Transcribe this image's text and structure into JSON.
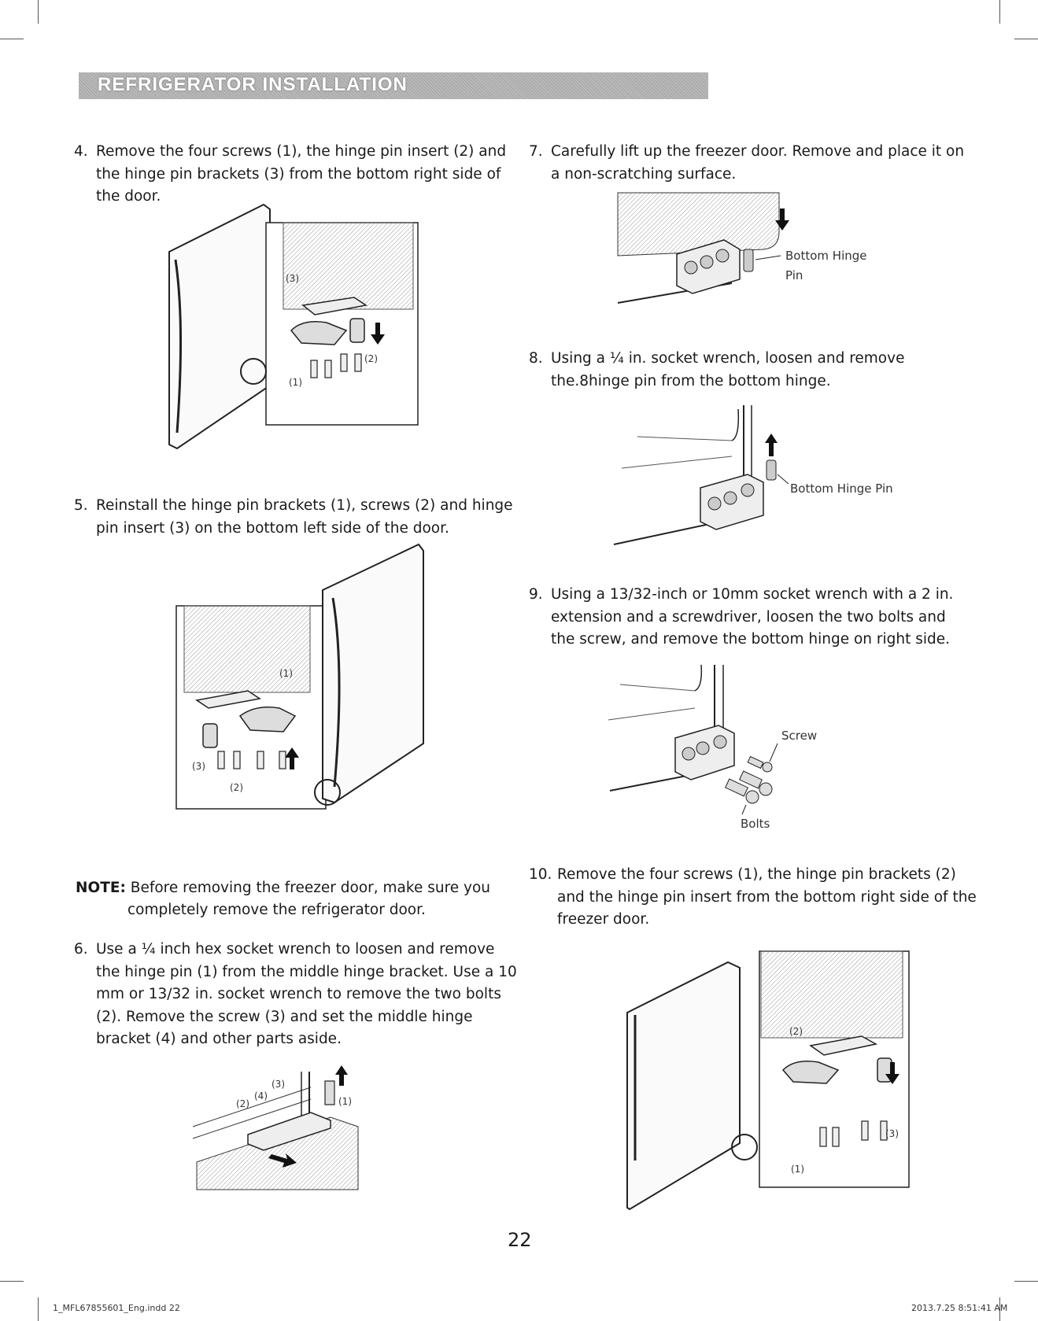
{
  "header": {
    "title": "REFRIGERATOR INSTALLATION"
  },
  "steps": [
    {
      "num": "4.",
      "text": "Remove the four screws (1), the hinge pin insert (2) and the hinge pin brackets (3) from the bottom right side of the door."
    },
    {
      "num": "5.",
      "text": "Reinstall the hinge pin brackets (1), screws (2) and hinge pin insert (3) on the bottom left side of the door."
    },
    {
      "num": "6.",
      "text": "Use a ¼ inch hex socket wrench to loosen and remove the hinge pin (1) from the middle hinge bracket. Use a 10 mm or 13/32 in. socket wrench to remove the two bolts (2). Remove the screw (3) and set the middle hinge bracket (4) and other parts aside."
    },
    {
      "num": "7.",
      "text": "Carefully lift up the freezer door. Remove and place it on a non-scratching surface."
    },
    {
      "num": "8.",
      "text": "Using a ¼ in. socket wrench, loosen and remove the.8hinge pin from the bottom hinge."
    },
    {
      "num": "9.",
      "text": "Using a 13/32-inch or 10mm socket wrench with a 2 in. extension and a screwdriver, loosen the two bolts and the screw, and remove the bottom hinge on right side."
    },
    {
      "num": "10.",
      "text": "Remove the four screws (1), the hinge pin brackets (2) and the hinge pin insert from the bottom right side of the freezer door."
    }
  ],
  "note": {
    "label": "NOTE:",
    "line1": "Before removing the freezer door, make sure you",
    "line2": "completely remove the refrigerator door."
  },
  "figures": {
    "fig4": {
      "l3": "(3)",
      "l2": "(2)",
      "l1": "(1)"
    },
    "fig5": {
      "l1": "(1)",
      "l3": "(3)",
      "l2": "(2)"
    },
    "fig6": {
      "l2": "(2)",
      "l4": "(4)",
      "l3": "(3)",
      "l1": "(1)"
    },
    "fig7": {
      "label_line1": "Bottom Hinge",
      "label_line2": "Pin"
    },
    "fig8": {
      "label": "Bottom Hinge Pin"
    },
    "fig9": {
      "screw": "Screw",
      "bolts": "Bolts"
    },
    "fig10": {
      "l2": "(2)",
      "l3": "(3)",
      "l1": "(1)"
    }
  },
  "page_number": "22",
  "footer": {
    "file": "1_MFL67855601_Eng.indd   22",
    "timestamp": "2013.7.25   8:51:41 AM"
  }
}
